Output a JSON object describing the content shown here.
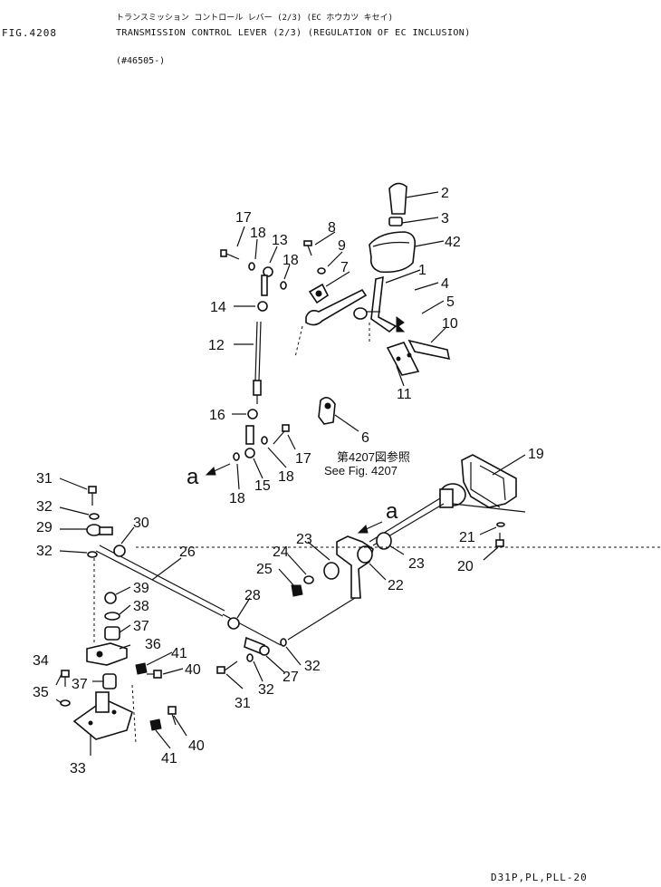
{
  "header": {
    "fig_label": "FIG.4208",
    "title_jp": "トランスミッション コントロール レバー (2/3) (EC ホウカツ キセイ)",
    "title_en": "TRANSMISSION CONTROL LEVER (2/3) (REGULATION OF EC INCLUSION)",
    "serial": "(#46505-)"
  },
  "diagram": {
    "reference_jp": "第4207図参照",
    "reference_en": "See Fig. 4207",
    "view_marker": "a",
    "callouts": [
      "1",
      "2",
      "3",
      "4",
      "5",
      "6",
      "7",
      "8",
      "9",
      "10",
      "11",
      "12",
      "13",
      "14",
      "15",
      "16",
      "17",
      "18",
      "19",
      "20",
      "21",
      "22",
      "23",
      "24",
      "25",
      "26",
      "27",
      "28",
      "29",
      "30",
      "31",
      "32",
      "33",
      "34",
      "35",
      "36",
      "37",
      "38",
      "39",
      "40",
      "41",
      "42"
    ]
  },
  "footer": {
    "page_code": "D31P,PL,PLL-20"
  }
}
